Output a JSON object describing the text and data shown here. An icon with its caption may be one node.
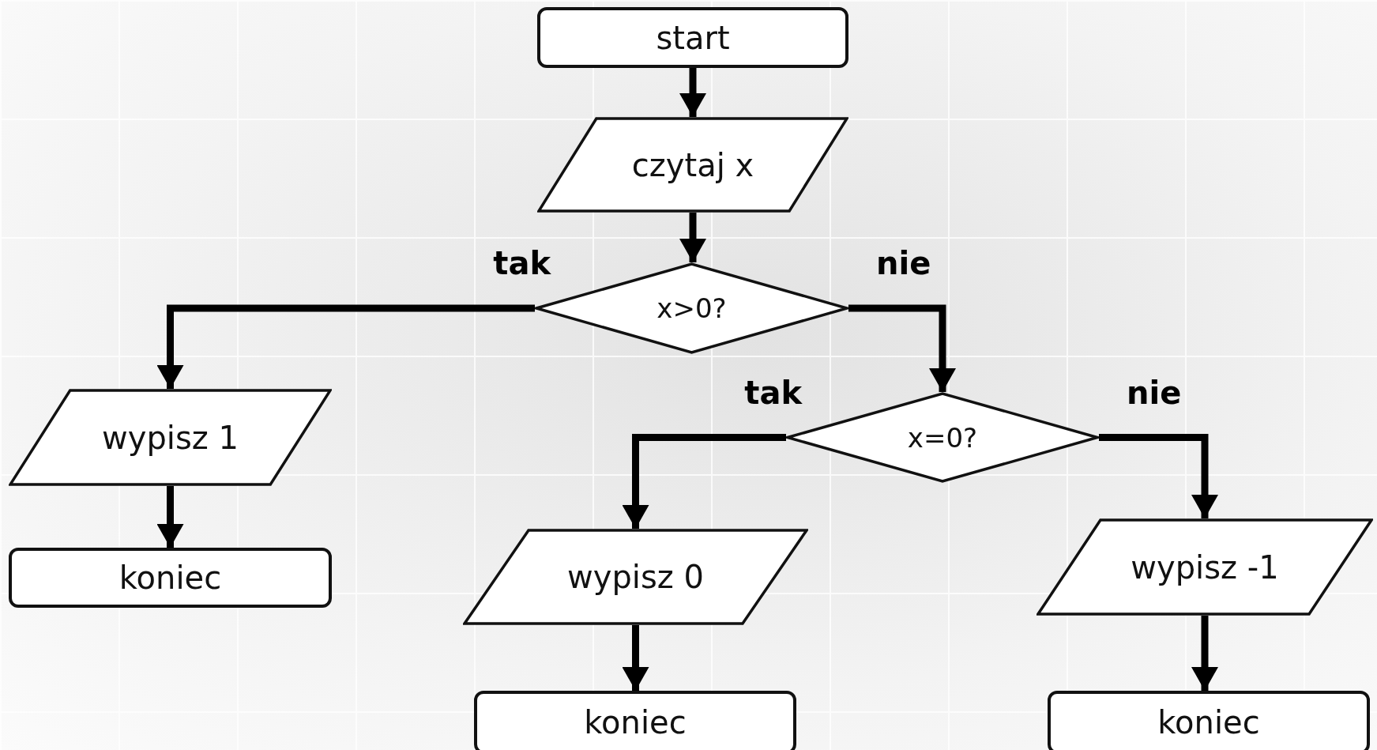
{
  "diagram": {
    "nodes": [
      {
        "text": [
          "start"
        ]
      },
      {
        "text": [
          "czytaj x"
        ]
      },
      {
        "text": [
          "x>0?"
        ]
      },
      {
        "text": [
          "wypisz 1"
        ]
      },
      {
        "text": [
          "koniec"
        ]
      },
      {
        "text": [
          "x=0?"
        ]
      },
      {
        "text": [
          "wypisz 0"
        ]
      },
      {
        "text": [
          "koniec"
        ]
      },
      {
        "text": [
          "wypisz -1"
        ]
      },
      {
        "text": [
          "koniec"
        ]
      }
    ],
    "edges": [
      {
        "from": 0,
        "to": 1,
        "arrow": "to"
      },
      {
        "from": 1,
        "to": 2,
        "arrow": "to"
      },
      {
        "from": 2,
        "to": 3,
        "arrow": "to",
        "label": "tak"
      },
      {
        "from": 2,
        "to": 5,
        "arrow": "to",
        "label": "nie"
      },
      {
        "from": 3,
        "to": 4,
        "arrow": "to"
      },
      {
        "from": 5,
        "to": 6,
        "arrow": "to",
        "label": "tak"
      },
      {
        "from": 5,
        "to": 8,
        "arrow": "to",
        "label": "nie"
      },
      {
        "from": 6,
        "to": 7,
        "arrow": "to"
      },
      {
        "from": 8,
        "to": 9,
        "arrow": "to"
      }
    ]
  }
}
